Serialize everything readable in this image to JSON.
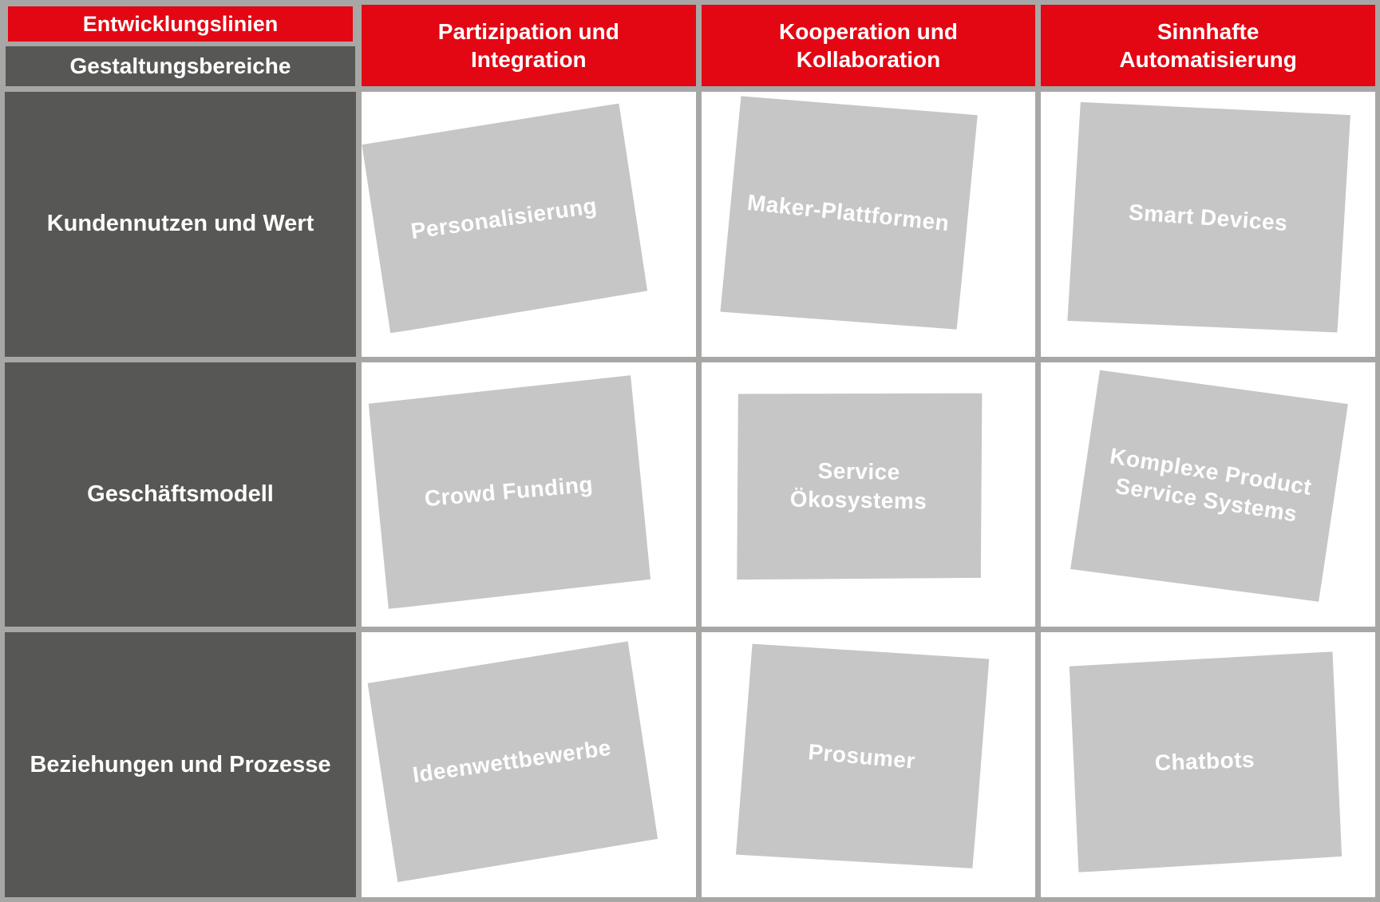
{
  "colors": {
    "header_red": "#e30613",
    "row_header_gray": "#575756",
    "note_gray": "#c6c6c6",
    "grid_gray": "#a7a7a6",
    "cell_white": "#ffffff",
    "text_white": "#ffffff"
  },
  "corner": {
    "top_label": "Entwicklungslinien",
    "bottom_label": "Gestaltungsbereiche"
  },
  "columns": [
    {
      "label": "Partizipation und\nIntegration"
    },
    {
      "label": "Kooperation und\nKollaboration"
    },
    {
      "label": "Sinnhafte\nAutomatisierung"
    }
  ],
  "rows": [
    {
      "label": "Kundennutzen und Wert",
      "cards": [
        {
          "label": "Personalisierung"
        },
        {
          "label": "Maker-Plattformen"
        },
        {
          "label": "Smart Devices"
        }
      ]
    },
    {
      "label": "Geschäftsmodell",
      "cards": [
        {
          "label": "Crowd Funding"
        },
        {
          "label": "Service\nÖkosystems"
        },
        {
          "label": "Komplexe Product\nService Systems"
        }
      ]
    },
    {
      "label": "Beziehungen und Prozesse",
      "cards": [
        {
          "label": "Ideenwettbewerbe"
        },
        {
          "label": "Prosumer"
        },
        {
          "label": "Chatbots"
        }
      ]
    }
  ]
}
